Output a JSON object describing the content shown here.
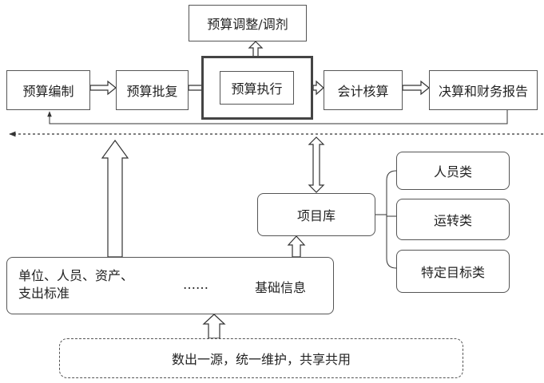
{
  "nodes": {
    "adjust": "预算调整/调剂",
    "compile": "预算编制",
    "approve": "预算批复",
    "execute": "预算执行",
    "accounting": "会计核算",
    "report": "决算和财务报告",
    "project_lib": "项目库",
    "personnel": "人员类",
    "operation": "运转类",
    "specific": "特定目标类",
    "basic_info": {
      "line1": "单位、人员、资产、",
      "line2": "支出标准",
      "dots": "……",
      "label": "基础信息"
    },
    "source": "数出一源，统一维护，共享共用"
  }
}
